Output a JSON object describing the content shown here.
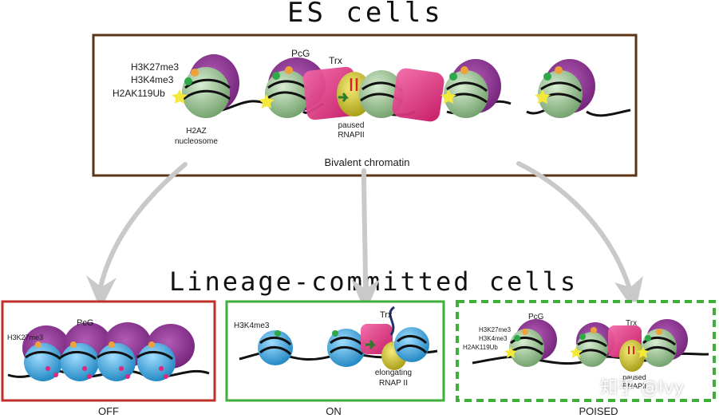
{
  "titles": {
    "es": "ES cells",
    "lineage": "Lineage-committed cells"
  },
  "es_panel": {
    "marks": [
      "H3K27me3",
      "H3K4me3",
      "H2AK119Ub"
    ],
    "pcg": "PcG",
    "trx": "Trx",
    "h2az": [
      "H2AZ",
      "nucleosome"
    ],
    "paused": [
      "paused",
      "RNAPII"
    ],
    "caption": "Bivalent chromatin",
    "border_color": "#5a3518"
  },
  "off_panel": {
    "mark": "H3K27me3",
    "pcg": "PcG",
    "caption": "OFF",
    "border_color": "#c0302b"
  },
  "on_panel": {
    "mark": "H3K4me3",
    "trx": "Trx",
    "elongating": [
      "elongating",
      "RNAP II"
    ],
    "caption": "ON",
    "border_color": "#3fae3a"
  },
  "poised_panel": {
    "marks": [
      "H3K27me3",
      "H3K4me3",
      "H2AK119Ub"
    ],
    "pcg": "PcG",
    "trx": "Trx",
    "paused": [
      "paused",
      "RNAPII"
    ],
    "caption": "POISED",
    "border_color": "#3fae3a"
  },
  "watermark": "知乎 @Ivy",
  "colors": {
    "nucleosome_green": "#8fbf8a",
    "nucleosome_blue": "#3aa6dc",
    "pcg_purple": "#8a2c8f",
    "trx_magenta": "#e0267c",
    "rnap_yellow": "#d8cc2a",
    "arrow_gray": "#c9c9c9",
    "dna": "#111111"
  }
}
